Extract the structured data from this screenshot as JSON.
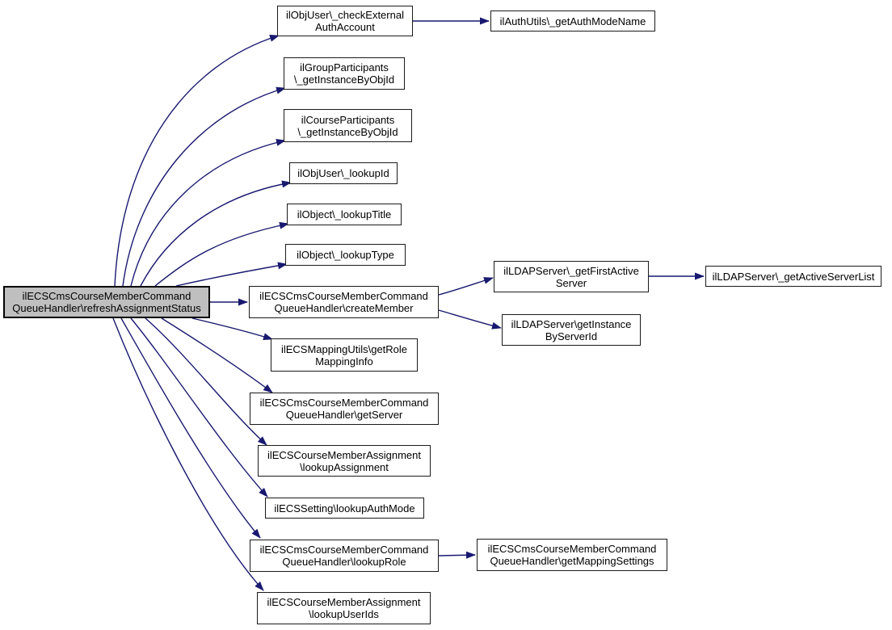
{
  "graph": {
    "type": "call-graph",
    "style": {
      "edge_color": "#191970",
      "node_border_color": "#1a1a1a",
      "node_fill": "#ffffff",
      "root_fill": "#bfbfbf",
      "background": "#ffffff"
    },
    "nodes": [
      {
        "id": "refreshAssignmentStatus",
        "root": true,
        "label": "ilECSCmsCourseMemberCommand\nQueueHandler\\refreshAssignmentStatus"
      },
      {
        "id": "checkExternalAuthAccount",
        "root": false,
        "label": "ilObjUser\\_checkExternal\nAuthAccount"
      },
      {
        "id": "getAuthModeName",
        "root": false,
        "label": "ilAuthUtils\\_getAuthModeName"
      },
      {
        "id": "groupGetInstanceByObjId",
        "root": false,
        "label": "ilGroupParticipants\n\\_getInstanceByObjId"
      },
      {
        "id": "courseGetInstanceByObjId",
        "root": false,
        "label": "ilCourseParticipants\n\\_getInstanceByObjId"
      },
      {
        "id": "lookupId",
        "root": false,
        "label": "ilObjUser\\_lookupId"
      },
      {
        "id": "lookupTitle",
        "root": false,
        "label": "ilObject\\_lookupTitle"
      },
      {
        "id": "lookupType",
        "root": false,
        "label": "ilObject\\_lookupType"
      },
      {
        "id": "createMember",
        "root": false,
        "label": "ilECSCmsCourseMemberCommand\nQueueHandler\\createMember"
      },
      {
        "id": "getFirstActiveServer",
        "root": false,
        "label": "ilLDAPServer\\_getFirstActive\nServer"
      },
      {
        "id": "getActiveServerList",
        "root": false,
        "label": "ilLDAPServer\\_getActiveServerList"
      },
      {
        "id": "getInstanceByServerId",
        "root": false,
        "label": "ilLDAPServer\\getInstance\nByServerId"
      },
      {
        "id": "getRoleMappingInfo",
        "root": false,
        "label": "ilECSMappingUtils\\getRole\nMappingInfo"
      },
      {
        "id": "getServer",
        "root": false,
        "label": "ilECSCmsCourseMemberCommand\nQueueHandler\\getServer"
      },
      {
        "id": "lookupAssignment",
        "root": false,
        "label": "ilECSCourseMemberAssignment\n\\lookupAssignment"
      },
      {
        "id": "lookupAuthMode",
        "root": false,
        "label": "ilECSSetting\\lookupAuthMode"
      },
      {
        "id": "lookupRole",
        "root": false,
        "label": "ilECSCmsCourseMemberCommand\nQueueHandler\\lookupRole"
      },
      {
        "id": "getMappingSettings",
        "root": false,
        "label": "ilECSCmsCourseMemberCommand\nQueueHandler\\getMappingSettings"
      },
      {
        "id": "lookupUserIds",
        "root": false,
        "label": "ilECSCourseMemberAssignment\n\\lookupUserIds"
      }
    ],
    "edges": [
      {
        "from": "refreshAssignmentStatus",
        "to": "checkExternalAuthAccount"
      },
      {
        "from": "checkExternalAuthAccount",
        "to": "getAuthModeName"
      },
      {
        "from": "refreshAssignmentStatus",
        "to": "groupGetInstanceByObjId"
      },
      {
        "from": "refreshAssignmentStatus",
        "to": "courseGetInstanceByObjId"
      },
      {
        "from": "refreshAssignmentStatus",
        "to": "lookupId"
      },
      {
        "from": "refreshAssignmentStatus",
        "to": "lookupTitle"
      },
      {
        "from": "refreshAssignmentStatus",
        "to": "lookupType"
      },
      {
        "from": "refreshAssignmentStatus",
        "to": "createMember"
      },
      {
        "from": "createMember",
        "to": "getFirstActiveServer"
      },
      {
        "from": "getFirstActiveServer",
        "to": "getActiveServerList"
      },
      {
        "from": "createMember",
        "to": "getInstanceByServerId"
      },
      {
        "from": "refreshAssignmentStatus",
        "to": "getRoleMappingInfo"
      },
      {
        "from": "refreshAssignmentStatus",
        "to": "getServer"
      },
      {
        "from": "refreshAssignmentStatus",
        "to": "lookupAssignment"
      },
      {
        "from": "refreshAssignmentStatus",
        "to": "lookupAuthMode"
      },
      {
        "from": "refreshAssignmentStatus",
        "to": "lookupRole"
      },
      {
        "from": "lookupRole",
        "to": "getMappingSettings"
      },
      {
        "from": "refreshAssignmentStatus",
        "to": "lookupUserIds"
      }
    ]
  }
}
